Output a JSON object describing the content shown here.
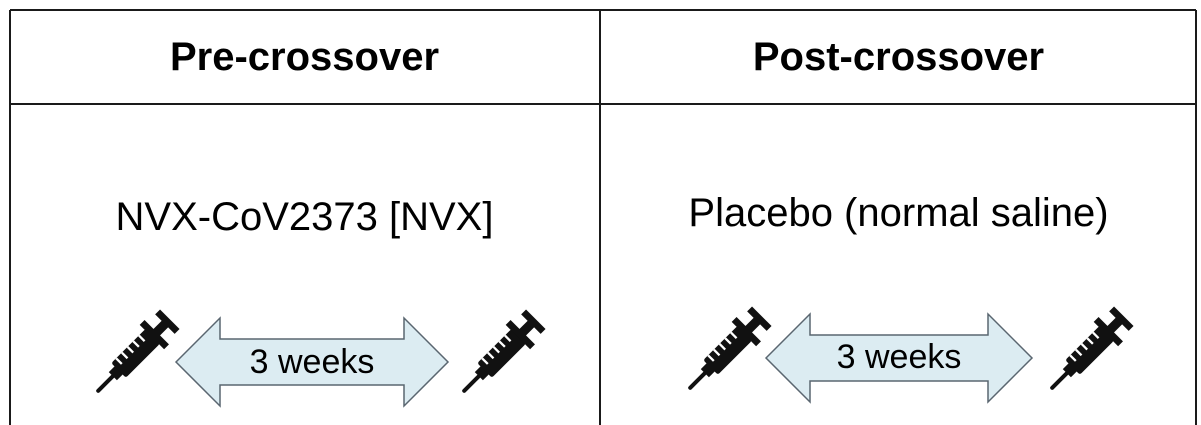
{
  "table": {
    "headers": {
      "pre": "Pre-crossover",
      "post": "Post-crossover"
    },
    "cells": {
      "pre_treatment": "NVX-CoV2373 [NVX]",
      "post_treatment": "Placebo (normal saline)"
    }
  },
  "intervals": {
    "pre": "3 weeks",
    "post": "3 weeks"
  },
  "icons": {
    "dose": "syringe-icon",
    "interval": "double-arrow"
  },
  "colors": {
    "arrow_fill": "#dcecf2",
    "arrow_stroke": "#5a6670",
    "border": "#1a1a1a",
    "syringe": "#111111"
  }
}
